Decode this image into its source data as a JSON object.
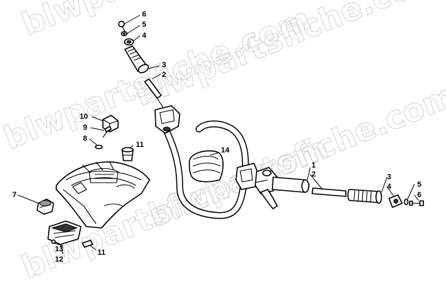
{
  "watermarks": [
    "blwpartsfiche.com",
    "blwpartsfiche.com",
    "blwpartsfiche.com",
    "blwpartsfiche.com",
    "blwpartsfiche.com"
  ],
  "callouts": {
    "top_6": "6",
    "top_5": "5",
    "top_4": "4",
    "top_3": "3",
    "top_2": "2",
    "lever_10": "10",
    "lever_9": "9",
    "lever_8": "8",
    "cap_11_top": "11",
    "plug_7": "7",
    "pad_14": "14",
    "grip_1": "1",
    "grip_2": "2",
    "right_3": "3",
    "right_4": "4",
    "right_5": "5",
    "right_6": "6",
    "switch_13": "13",
    "switch_12": "12",
    "cap_11_bottom": "11"
  }
}
